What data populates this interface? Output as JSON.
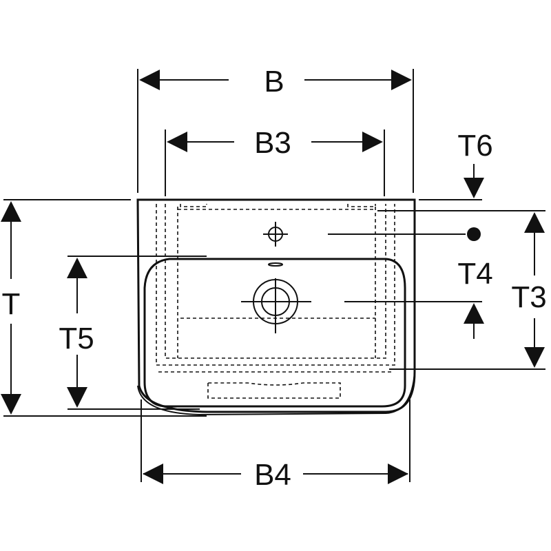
{
  "diagram": {
    "labels": {
      "B": "B",
      "B3": "B3",
      "B4": "B4",
      "T": "T",
      "T3": "T3",
      "T4": "T4",
      "T5": "T5",
      "T6": "T6"
    },
    "colors": {
      "line": "#111111",
      "background": "#ffffff"
    }
  }
}
